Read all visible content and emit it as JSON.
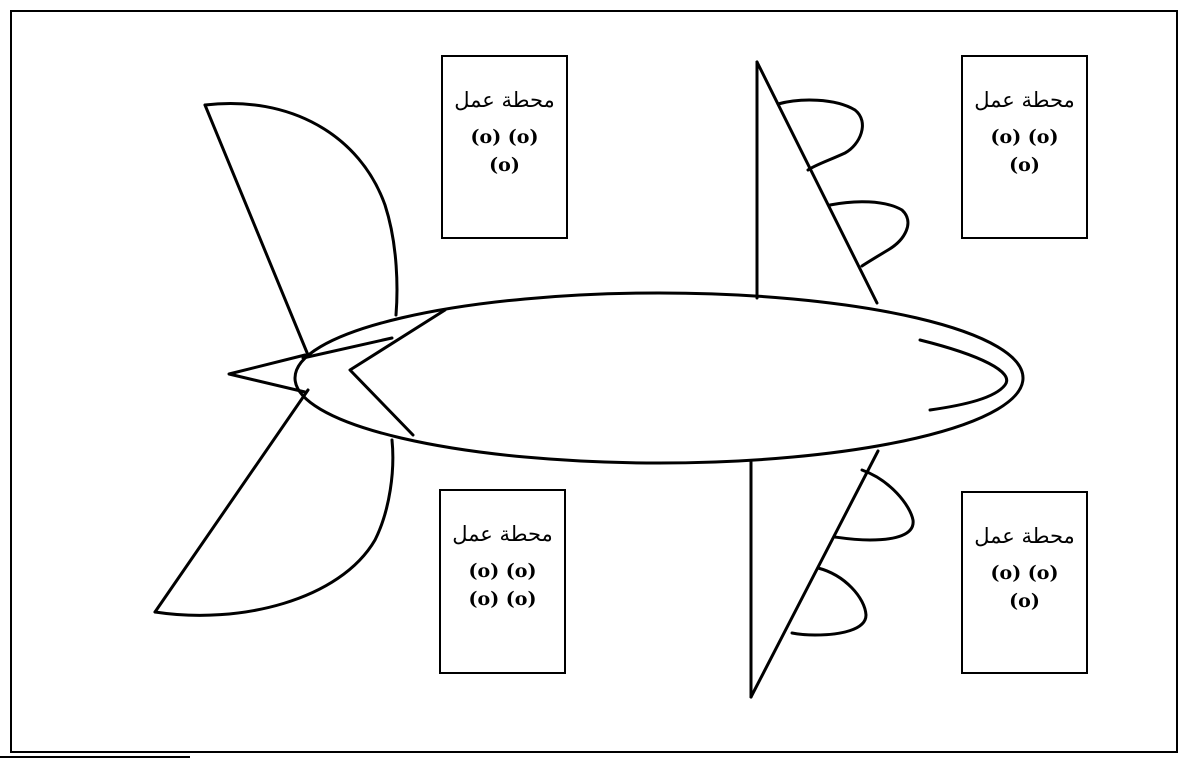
{
  "stations": [
    {
      "title": "محطة عمل",
      "rows": [
        "(o) (o)",
        "(o)"
      ]
    },
    {
      "title": "محطة عمل",
      "rows": [
        "(o) (o)",
        "(o)"
      ]
    },
    {
      "title": "محطة عمل",
      "rows": [
        "(o) (o)",
        "(o) (o)"
      ]
    },
    {
      "title": "محطة عمل",
      "rows": [
        "(o) (o)",
        "(o)"
      ]
    }
  ]
}
